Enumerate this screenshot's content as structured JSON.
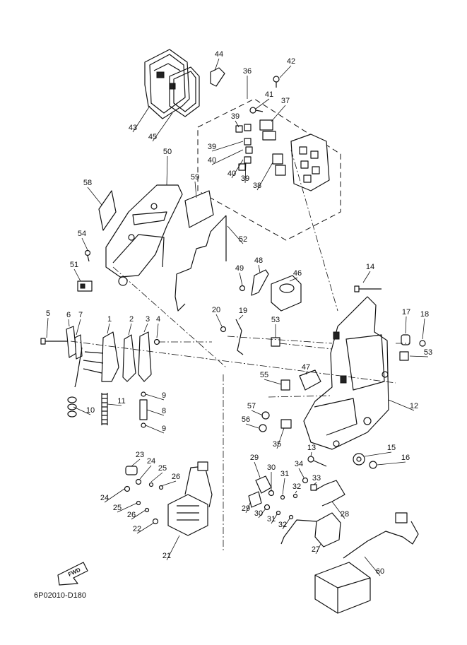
{
  "diagram": {
    "reference_code": "6P02010-D180",
    "fwd_label": "FWD",
    "callouts": [
      {
        "id": "c44",
        "label": "44"
      },
      {
        "id": "c42",
        "label": "42"
      },
      {
        "id": "c36",
        "label": "36"
      },
      {
        "id": "c41",
        "label": "41"
      },
      {
        "id": "c37",
        "label": "37"
      },
      {
        "id": "c39a",
        "label": "39"
      },
      {
        "id": "c39b",
        "label": "39"
      },
      {
        "id": "c40a",
        "label": "40"
      },
      {
        "id": "c40b",
        "label": "40"
      },
      {
        "id": "c39c",
        "label": "39"
      },
      {
        "id": "c38",
        "label": "38"
      },
      {
        "id": "c43",
        "label": "43"
      },
      {
        "id": "c45",
        "label": "45"
      },
      {
        "id": "c50",
        "label": "50"
      },
      {
        "id": "c58",
        "label": "58"
      },
      {
        "id": "c59",
        "label": "59"
      },
      {
        "id": "c52",
        "label": "52"
      },
      {
        "id": "c54",
        "label": "54"
      },
      {
        "id": "c51",
        "label": "51"
      },
      {
        "id": "c48",
        "label": "48"
      },
      {
        "id": "c49",
        "label": "49"
      },
      {
        "id": "c46",
        "label": "46"
      },
      {
        "id": "c14",
        "label": "14"
      },
      {
        "id": "c5",
        "label": "5"
      },
      {
        "id": "c6",
        "label": "6"
      },
      {
        "id": "c7",
        "label": "7"
      },
      {
        "id": "c1",
        "label": "1"
      },
      {
        "id": "c2",
        "label": "2"
      },
      {
        "id": "c3",
        "label": "3"
      },
      {
        "id": "c4",
        "label": "4"
      },
      {
        "id": "c20",
        "label": "20"
      },
      {
        "id": "c19",
        "label": "19"
      },
      {
        "id": "c53a",
        "label": "53"
      },
      {
        "id": "c17",
        "label": "17"
      },
      {
        "id": "c18",
        "label": "18"
      },
      {
        "id": "c53b",
        "label": "53"
      },
      {
        "id": "c47",
        "label": "47"
      },
      {
        "id": "c55",
        "label": "55"
      },
      {
        "id": "c12",
        "label": "12"
      },
      {
        "id": "c9a",
        "label": "9"
      },
      {
        "id": "c11",
        "label": "11"
      },
      {
        "id": "c10",
        "label": "10"
      },
      {
        "id": "c8",
        "label": "8"
      },
      {
        "id": "c9b",
        "label": "9"
      },
      {
        "id": "c57",
        "label": "57"
      },
      {
        "id": "c56",
        "label": "56"
      },
      {
        "id": "c35",
        "label": "35"
      },
      {
        "id": "c13",
        "label": "13"
      },
      {
        "id": "c15",
        "label": "15"
      },
      {
        "id": "c16",
        "label": "16"
      },
      {
        "id": "c23",
        "label": "23"
      },
      {
        "id": "c24a",
        "label": "24"
      },
      {
        "id": "c25a",
        "label": "25"
      },
      {
        "id": "c26a",
        "label": "26"
      },
      {
        "id": "c24b",
        "label": "24"
      },
      {
        "id": "c25b",
        "label": "25"
      },
      {
        "id": "c26b",
        "label": "26"
      },
      {
        "id": "c22",
        "label": "22"
      },
      {
        "id": "c21",
        "label": "21"
      },
      {
        "id": "c29a",
        "label": "29"
      },
      {
        "id": "c30a",
        "label": "30"
      },
      {
        "id": "c31a",
        "label": "31"
      },
      {
        "id": "c34",
        "label": "34"
      },
      {
        "id": "c33",
        "label": "33"
      },
      {
        "id": "c32a",
        "label": "32"
      },
      {
        "id": "c29b",
        "label": "29"
      },
      {
        "id": "c30b",
        "label": "30"
      },
      {
        "id": "c31b",
        "label": "31"
      },
      {
        "id": "c32b",
        "label": "32"
      },
      {
        "id": "c28",
        "label": "28"
      },
      {
        "id": "c27",
        "label": "27"
      },
      {
        "id": "c60",
        "label": "60"
      }
    ]
  }
}
